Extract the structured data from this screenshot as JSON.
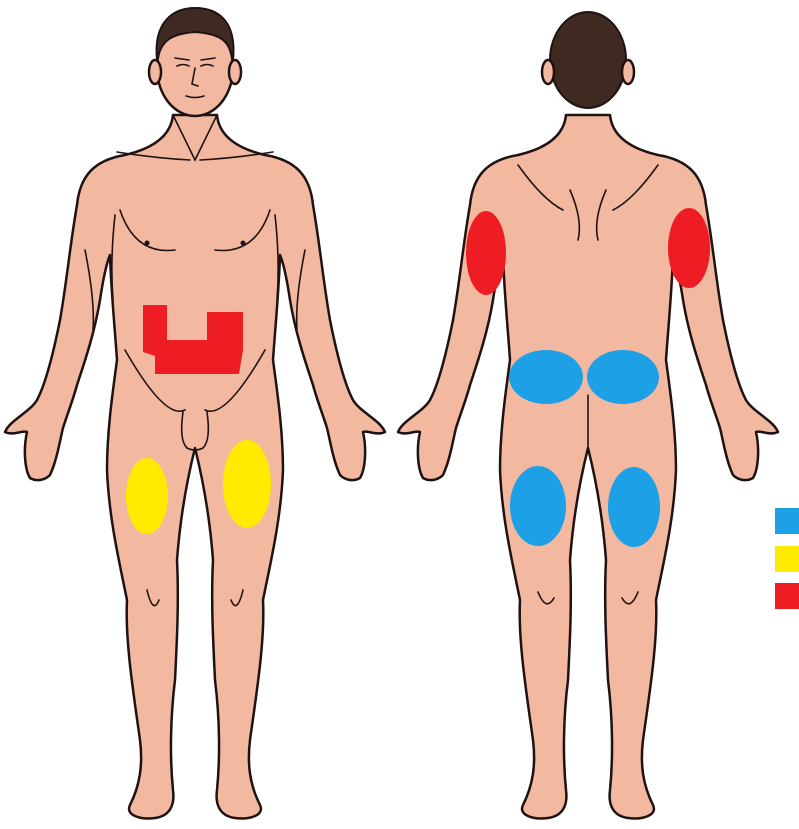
{
  "colors": {
    "skin": "#f2b8a0",
    "outline": "#1e1212",
    "hair": "#3f2a22",
    "buttocks": "#1ea0e6",
    "thigh": "#ffeb00",
    "arm_abdomen": "#ee1c23"
  },
  "figures": [
    {
      "view": "front"
    },
    {
      "view": "back"
    }
  ],
  "injection_sites": [
    {
      "region": "abdomen",
      "figure": "front",
      "color_key": "arm_abdomen"
    },
    {
      "region": "left-thigh-front",
      "figure": "front",
      "color_key": "thigh"
    },
    {
      "region": "right-thigh-front",
      "figure": "front",
      "color_key": "thigh"
    },
    {
      "region": "left-upper-arm-back",
      "figure": "back",
      "color_key": "arm_abdomen"
    },
    {
      "region": "right-upper-arm-back",
      "figure": "back",
      "color_key": "arm_abdomen"
    },
    {
      "region": "left-buttock",
      "figure": "back",
      "color_key": "buttocks"
    },
    {
      "region": "right-buttock",
      "figure": "back",
      "color_key": "buttocks"
    },
    {
      "region": "left-thigh-back",
      "figure": "back",
      "color_key": "buttocks"
    },
    {
      "region": "right-thigh-back",
      "figure": "back",
      "color_key": "buttocks"
    }
  ],
  "legend": [
    {
      "color_key": "buttocks"
    },
    {
      "color_key": "thigh"
    },
    {
      "color_key": "arm_abdomen"
    }
  ]
}
